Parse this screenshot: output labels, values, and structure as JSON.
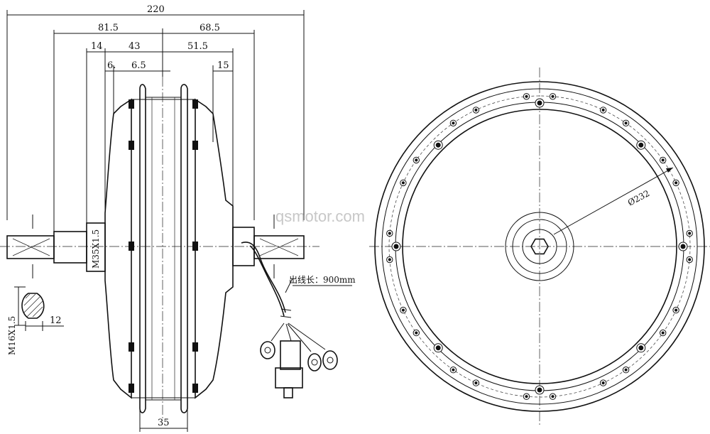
{
  "dimensions": {
    "overall_width": "220",
    "left_half": "81.5",
    "right_half": "68.5",
    "left_flange": "14",
    "left_to_center": "43",
    "center_to_right": "51.5",
    "rim_offset_left": "6.",
    "rim_half": "6.5",
    "right_flange": "15",
    "rim_width": "35",
    "shaft_thread": "M35X1.5",
    "axle_thread": "M16X1.5",
    "axle_flat": "12",
    "diameter": "Ø232"
  },
  "cable_note": "出线长：900mm",
  "watermark": "qsmotor.com",
  "colors": {
    "line": "#111111",
    "background": "#ffffff",
    "watermark": "#9a9a9a"
  }
}
